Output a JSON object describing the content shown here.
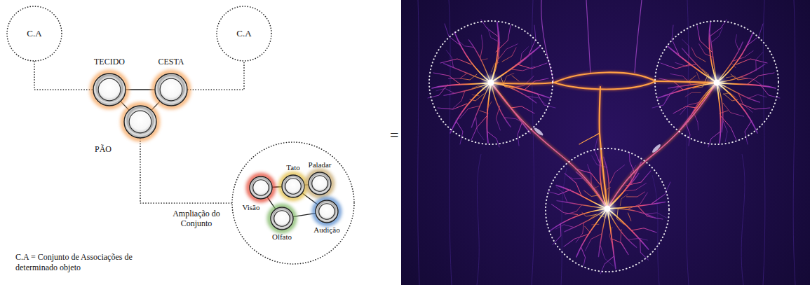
{
  "diagram": {
    "nodes": [
      {
        "text": [
          "C.A"
        ]
      },
      {
        "text": [
          "TECIDO"
        ]
      },
      {
        "text": [
          "CESTA"
        ]
      },
      {
        "text": [
          "C.A"
        ]
      },
      {
        "text": [
          "PÃO"
        ]
      },
      {
        "text": [
          "Ampliação do Conjunto"
        ]
      },
      {
        "text": [
          "Tato"
        ],
        "in": 5
      },
      {
        "text": [
          "Paladar"
        ],
        "in": 5
      },
      {
        "text": [
          "Visão"
        ],
        "in": 5
      },
      {
        "text": [
          "Olfato"
        ],
        "in": 5
      },
      {
        "text": [
          "Audição"
        ],
        "in": 5
      }
    ],
    "edges": [
      {
        "from": 0,
        "to": 1,
        "arrow": "none"
      },
      {
        "from": 1,
        "to": 2,
        "arrow": "none"
      },
      {
        "from": 1,
        "to": 4,
        "arrow": "none"
      },
      {
        "from": 2,
        "to": 4,
        "arrow": "none"
      },
      {
        "from": 2,
        "to": 3,
        "arrow": "none"
      },
      {
        "from": 4,
        "to": 5,
        "arrow": "none"
      },
      {
        "from": 8,
        "to": 6,
        "arrow": "none"
      },
      {
        "from": 6,
        "to": 7,
        "arrow": "none"
      },
      {
        "from": 6,
        "to": 10,
        "arrow": "none"
      },
      {
        "from": 8,
        "to": 9,
        "arrow": "none"
      },
      {
        "from": 9,
        "to": 10,
        "arrow": "none"
      }
    ],
    "labels": [
      "=",
      "C.A = Conjunto de Associações de determinado objeto"
    ]
  }
}
